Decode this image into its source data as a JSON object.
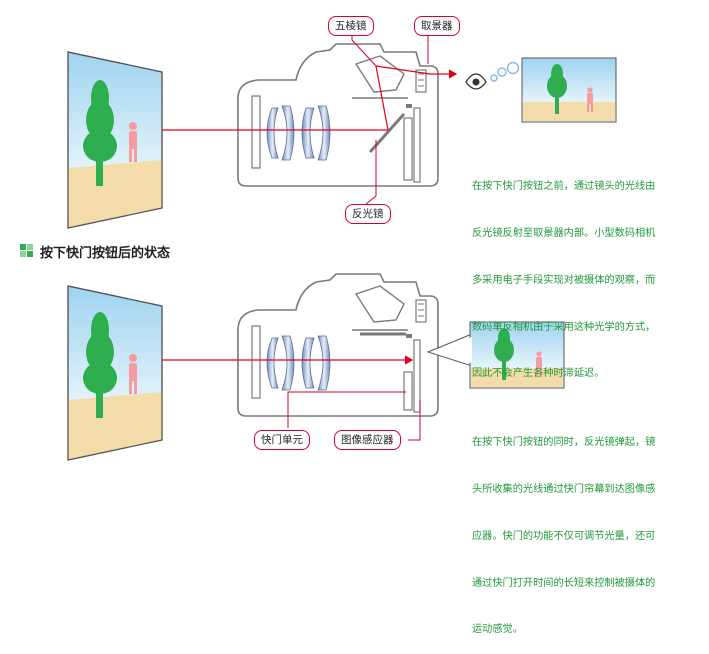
{
  "labels": {
    "pentaprism": "五棱镜",
    "viewfinder": "取景器",
    "reflex_mirror": "反光镜",
    "shutter_unit": "快门单元",
    "image_sensor": "图像感应器"
  },
  "section_title": "按下快门按钮后的状态",
  "note_before": [
    "在按下快门按钮之前，通过镜头的光线由",
    "反光镜反射至取景器内部。小型数码相机",
    "多采用电子手段实现对被摄体的观察，而",
    "数码单反相机由于采用这种光学的方式，",
    "因此不会产生各种时滞延迟。"
  ],
  "note_after": [
    "在按下快门按钮的同时，反光镜弹起，镜",
    "头所收集的光线通过快门帘幕到达图像感",
    "应器。快门的功能不仅可调节光量，还可",
    "通过快门打开时间的长短来控制被摄体的",
    "运动感觉。"
  ],
  "colors": {
    "ray": "#e0001b",
    "callout_border": "#d6002a",
    "note_text": "#1f9a3a",
    "sky_top": "#a8d8f0",
    "ground": "#f3dcaa",
    "tree": "#2fae4f",
    "figure": "#f59aa0",
    "camera_outline": "#7a7a7a",
    "lens": "#8fa6cc",
    "bubble": "#8ab6e8"
  },
  "icons": {
    "eye": "eye-icon",
    "section": "green-squares-icon"
  }
}
